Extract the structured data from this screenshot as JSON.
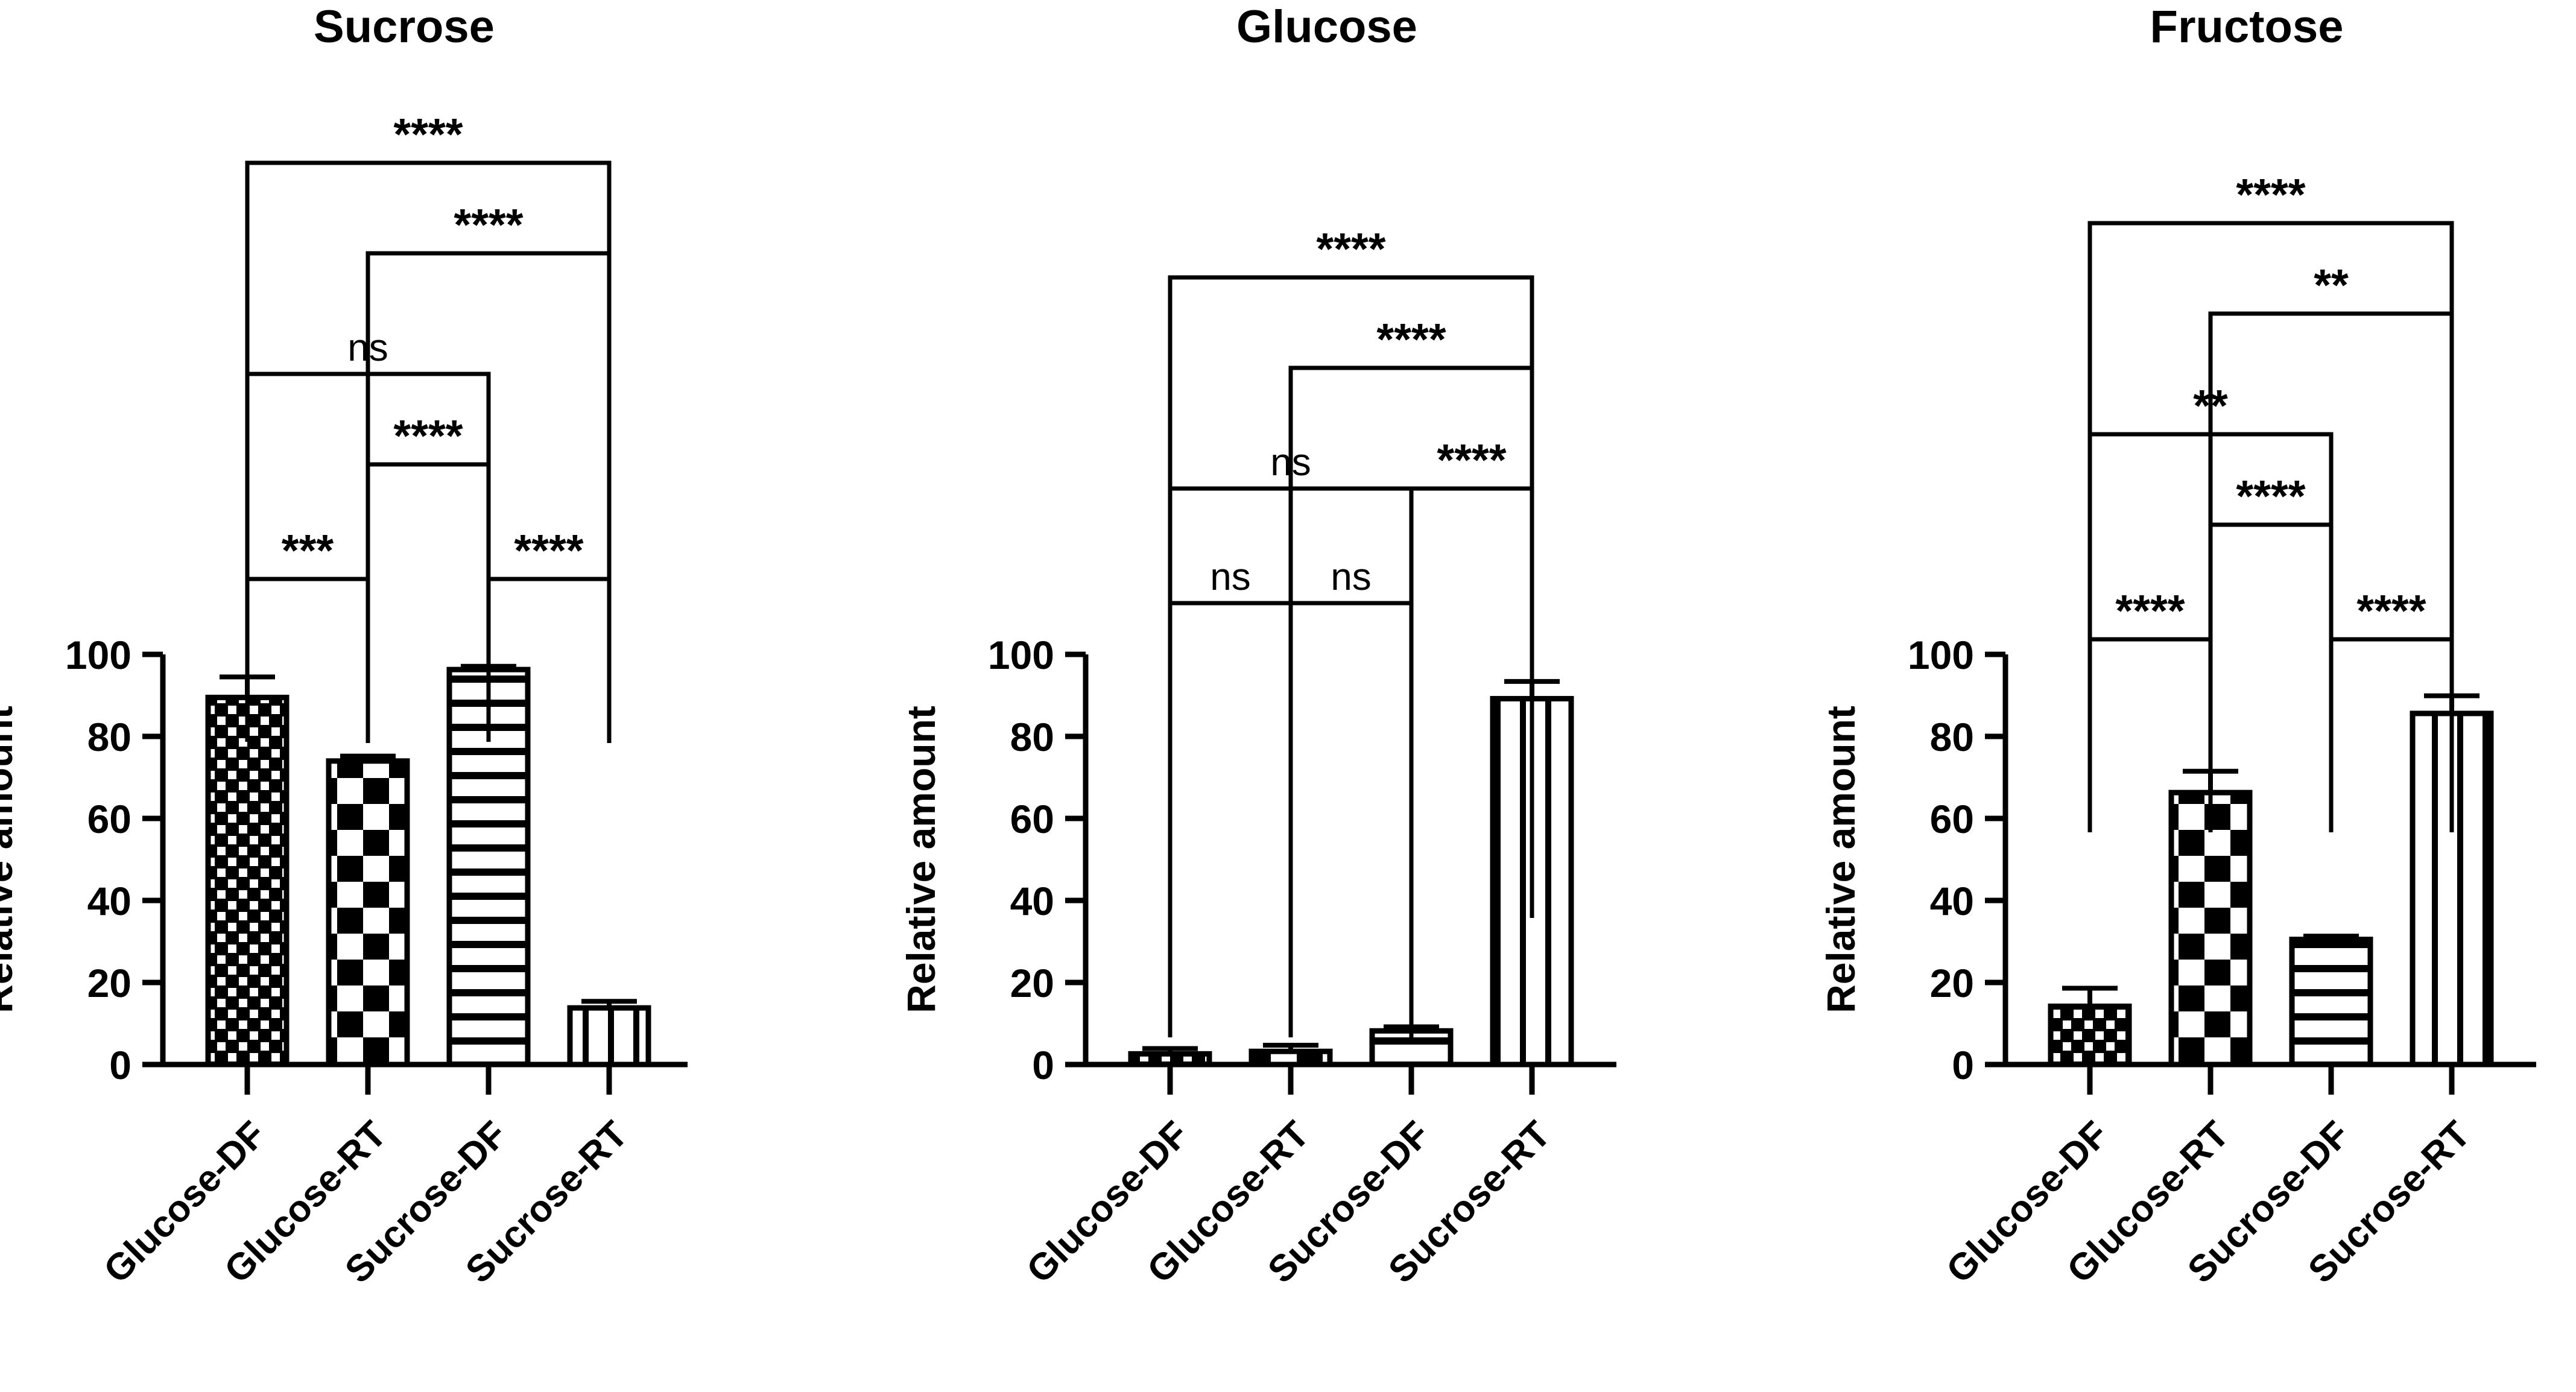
{
  "figure": {
    "ylabel": "Relative amount",
    "y_ticks": [
      "0",
      "20",
      "40",
      "60",
      "80",
      "100"
    ],
    "categories": [
      "Glucose-DF",
      "Glucose-RT",
      "Sucrose-DF",
      "Sucrose-RT"
    ]
  },
  "panels": [
    {
      "title": "Sucrose",
      "values": [
        89.5,
        74.0,
        96.3,
        13.8
      ],
      "errors": [
        5.0,
        1.2,
        0.8,
        1.6
      ],
      "patterns": [
        "fine-checker",
        "bold-checker",
        "horizontal-lines",
        "vertical-lines"
      ],
      "annotations": [
        {
          "label": "****",
          "from": 0,
          "to": 3
        },
        {
          "label": "****",
          "from": 1,
          "to": 3
        },
        {
          "label": "ns",
          "from": 0,
          "to": 2
        },
        {
          "label": "****",
          "from": 1,
          "to": 2
        },
        {
          "label": "***",
          "from": 0,
          "to": 1
        },
        {
          "label": "****",
          "from": 2,
          "to": 3
        }
      ]
    },
    {
      "title": "Glucose",
      "values": [
        2.6,
        3.2,
        8.2,
        89.2
      ],
      "errors": [
        1.3,
        1.5,
        1.0,
        4.2
      ],
      "patterns": [
        "fine-checker",
        "bold-checker",
        "horizontal-lines",
        "vertical-lines"
      ],
      "annotations": [
        {
          "label": "****",
          "from": 0,
          "to": 3
        },
        {
          "label": "****",
          "from": 1,
          "to": 3
        },
        {
          "label": "ns",
          "from": 0,
          "to": 2
        },
        {
          "label": "****",
          "from": 2,
          "to": 3
        },
        {
          "label": "ns",
          "from": 0,
          "to": 1
        },
        {
          "label": "ns",
          "from": 1,
          "to": 2
        }
      ]
    },
    {
      "title": "Fructose",
      "values": [
        14.2,
        66.3,
        30.5,
        85.6
      ],
      "errors": [
        4.4,
        5.2,
        0.8,
        4.3
      ],
      "patterns": [
        "fine-checker",
        "bold-checker",
        "horizontal-lines",
        "vertical-lines"
      ],
      "annotations": [
        {
          "label": "****",
          "from": 0,
          "to": 3
        },
        {
          "label": "**",
          "from": 1,
          "to": 3
        },
        {
          "label": "**",
          "from": 0,
          "to": 2
        },
        {
          "label": "****",
          "from": 1,
          "to": 2
        },
        {
          "label": "****",
          "from": 0,
          "to": 1
        },
        {
          "label": "****",
          "from": 2,
          "to": 3
        }
      ]
    }
  ],
  "chart_data": {
    "type": "bar",
    "title": "",
    "xlabel": "",
    "ylabel": "Relative amount",
    "ylim": [
      0,
      100
    ],
    "grid": false,
    "legend": "none",
    "categories": [
      "Glucose-DF",
      "Glucose-RT",
      "Sucrose-DF",
      "Sucrose-RT"
    ],
    "panels": [
      {
        "title": "Sucrose",
        "values": [
          89.5,
          74.0,
          96.3,
          13.8
        ],
        "errors": [
          5.0,
          1.2,
          0.8,
          1.6
        ],
        "significance": [
          {
            "pair": [
              "Glucose-DF",
              "Sucrose-RT"
            ],
            "label": "****"
          },
          {
            "pair": [
              "Glucose-RT",
              "Sucrose-RT"
            ],
            "label": "****"
          },
          {
            "pair": [
              "Glucose-DF",
              "Sucrose-DF"
            ],
            "label": "ns"
          },
          {
            "pair": [
              "Glucose-RT",
              "Sucrose-DF"
            ],
            "label": "****"
          },
          {
            "pair": [
              "Glucose-DF",
              "Glucose-RT"
            ],
            "label": "***"
          },
          {
            "pair": [
              "Sucrose-DF",
              "Sucrose-RT"
            ],
            "label": "****"
          }
        ]
      },
      {
        "title": "Glucose",
        "values": [
          2.6,
          3.2,
          8.2,
          89.2
        ],
        "errors": [
          1.3,
          1.5,
          1.0,
          4.2
        ],
        "significance": [
          {
            "pair": [
              "Glucose-DF",
              "Sucrose-RT"
            ],
            "label": "****"
          },
          {
            "pair": [
              "Glucose-RT",
              "Sucrose-RT"
            ],
            "label": "****"
          },
          {
            "pair": [
              "Glucose-DF",
              "Sucrose-DF"
            ],
            "label": "ns"
          },
          {
            "pair": [
              "Sucrose-DF",
              "Sucrose-RT"
            ],
            "label": "****"
          },
          {
            "pair": [
              "Glucose-DF",
              "Glucose-RT"
            ],
            "label": "ns"
          },
          {
            "pair": [
              "Glucose-RT",
              "Sucrose-DF"
            ],
            "label": "ns"
          }
        ]
      },
      {
        "title": "Fructose",
        "values": [
          14.2,
          66.3,
          30.5,
          85.6
        ],
        "errors": [
          4.4,
          5.2,
          0.8,
          4.3
        ],
        "significance": [
          {
            "pair": [
              "Glucose-DF",
              "Sucrose-RT"
            ],
            "label": "****"
          },
          {
            "pair": [
              "Glucose-RT",
              "Sucrose-RT"
            ],
            "label": "**"
          },
          {
            "pair": [
              "Glucose-DF",
              "Sucrose-DF"
            ],
            "label": "**"
          },
          {
            "pair": [
              "Glucose-RT",
              "Sucrose-DF"
            ],
            "label": "****"
          },
          {
            "pair": [
              "Glucose-DF",
              "Glucose-RT"
            ],
            "label": "****"
          },
          {
            "pair": [
              "Sucrose-DF",
              "Sucrose-RT"
            ],
            "label": "****"
          }
        ]
      }
    ]
  }
}
